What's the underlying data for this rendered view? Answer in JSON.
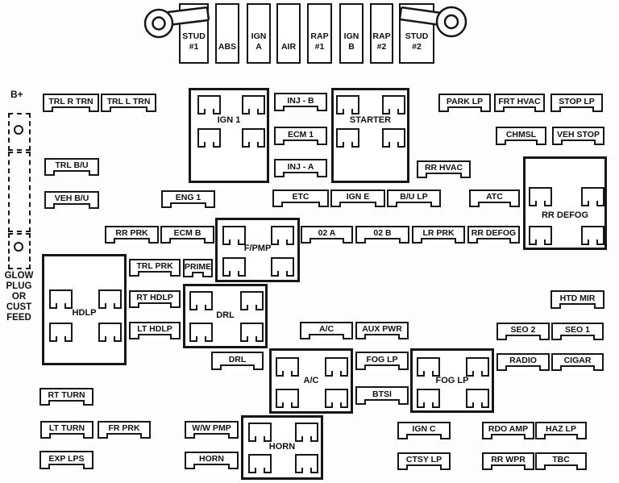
{
  "left_rail": {
    "b_plus": "B+",
    "glow_note": "GLOW\nPLUG\nOR\nCUST\nFEED"
  },
  "top_fuses": {
    "stud1": "STUD\n#1",
    "abs": "ABS",
    "ign_a": "IGN\nA",
    "air": "AIR",
    "rap1": "RAP\n#1",
    "ign_b": "IGN\nB",
    "rap2": "RAP\n#2",
    "stud2": "STUD\n#2"
  },
  "fuses": {
    "trl_r_trn": "TRL R TRN",
    "trl_l_trn": "TRL L TRN",
    "park_lp": "PARK LP",
    "frt_hvac": "FRT HVAC",
    "stop_lp": "STOP LP",
    "inj_b": "INJ - B",
    "ecm1": "ECM 1",
    "chmsl": "CHMSL",
    "veh_stop": "VEH STOP",
    "trl_bu": "TRL B/U",
    "inj_a": "INJ - A",
    "rr_hvac": "RR HVAC",
    "veh_bu": "VEH B/U",
    "eng1": "ENG 1",
    "etc": "ETC",
    "ign_e": "IGN E",
    "bu_lp": "B/U LP",
    "atc": "ATC",
    "rr_prk": "RR PRK",
    "ecm_b": "ECM B",
    "o2_a": "02 A",
    "o2_b": "02 B",
    "lr_prk": "LR PRK",
    "rr_defog": "RR DEFOG",
    "trl_prk": "TRL PRK",
    "prime": "PRIME",
    "rt_hdlp": "RT HDLP",
    "lt_hdlp": "LT HDLP",
    "htd_mir": "HTD MIR",
    "ac": "A/C",
    "aux_pwr": "AUX PWR",
    "seo2": "SEO 2",
    "seo1": "SEO 1",
    "drl": "DRL",
    "fog_lp": "FOG LP",
    "radio": "RADIO",
    "cigar": "CIGAR",
    "btsi": "BTSI",
    "rt_turn": "RT TURN",
    "lt_turn": "LT TURN",
    "fr_prk": "FR PRK",
    "ww_pmp": "W/W PMP",
    "ign_c": "IGN C",
    "rdo_amp": "RDO AMP",
    "haz_lp": "HAZ LP",
    "exp_lps": "EXP LPS",
    "horn": "HORN",
    "ctsy_lp": "CTSY LP",
    "rr_wpr": "RR WPR",
    "tbc": "TBC"
  },
  "relays": {
    "ign1": "IGN 1",
    "starter": "STARTER",
    "fpmp": "F/PMP",
    "rr_defog": "RR DEFOG",
    "hdlp": "HDLP",
    "drl": "DRL",
    "ac": "A/C",
    "fog_lp": "FOG LP",
    "horn": "HORN"
  }
}
